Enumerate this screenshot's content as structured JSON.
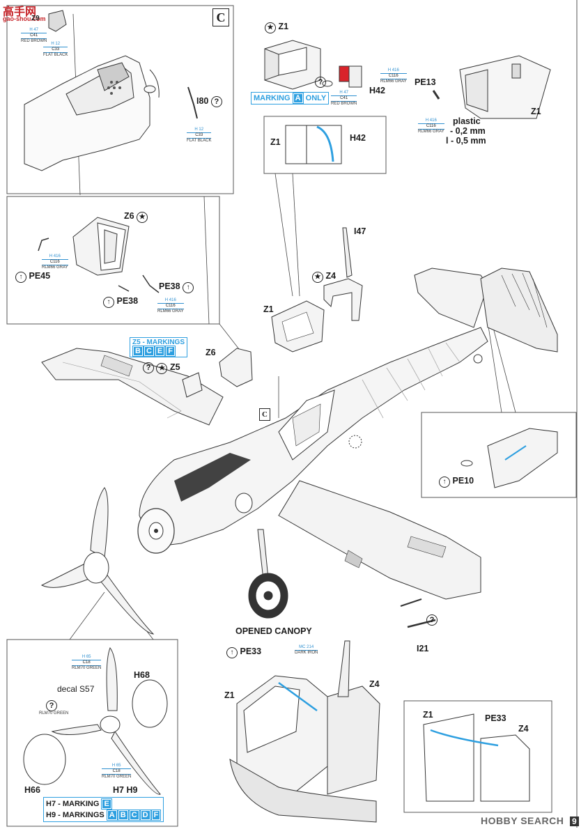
{
  "watermark": {
    "brand_cn": "高手网",
    "brand_en": "gao-shou.com"
  },
  "box_c": {
    "letter": "C"
  },
  "box_top_left": {
    "z9_label": "Z9",
    "paint1": {
      "code1": "H 47",
      "code2": "C41",
      "name": "RED BROWN"
    },
    "paint2": {
      "code1": "H 12",
      "code2": "C33",
      "name": "FLAT BLACK"
    },
    "paint3": {
      "code1": "H 12",
      "code2": "C33",
      "name": "FLAT BLACK"
    },
    "i80": "I80"
  },
  "box_top_mid": {
    "z1": "Z1",
    "h42": "H42",
    "paint_gray": {
      "code1": "H 416",
      "code2": "C116",
      "name": "RLM66 GRAY"
    },
    "paint_red": {
      "code1": "H 47",
      "code2": "C41",
      "name": "RED BROWN"
    },
    "marking_only": {
      "pre": "MARKING",
      "letter": "A",
      "post": "ONLY"
    },
    "detail_z1": "Z1",
    "detail_h42": "H42"
  },
  "box_top_right": {
    "pe13": "PE13",
    "z1": "Z1",
    "paint_gray": {
      "code1": "H 416",
      "code2": "C116",
      "name": "RLM66 GRAY"
    },
    "plastic": "plastic",
    "dim1": "- 0,2 mm",
    "dim2": "l - 0,5 mm"
  },
  "box_mid_left": {
    "z6": "Z6",
    "pe45": "PE45",
    "pe38a": "PE38",
    "pe38b": "PE38",
    "paint1": {
      "code1": "H 416",
      "code2": "C116",
      "name": "RLM66 GRAY"
    },
    "paint2": {
      "code1": "H 416",
      "code2": "C116",
      "name": "RLM66 GRAY"
    }
  },
  "main": {
    "i47": "I47",
    "z4": "Z4",
    "z1": "Z1",
    "z6": "Z6",
    "z5": "Z5",
    "z5_markings": {
      "pre": "Z5 - MARKINGS",
      "letters": [
        "B",
        "C",
        "E",
        "F"
      ]
    },
    "c_callout": "C",
    "i21": "I21"
  },
  "box_right_detail": {
    "pe10": "PE10"
  },
  "box_prop": {
    "paint_rlm70": {
      "code1": "H 65",
      "code2": "C18",
      "name": "RLM70 GREEN"
    },
    "decal": "decal S57",
    "h68": "H68",
    "paint_rlm70_b": {
      "name": "RLM70 GREEN"
    },
    "paint_rlm70_c": {
      "code1": "H 65",
      "code2": "C18",
      "name": "RLM70 GREEN"
    },
    "h66": "H66",
    "h7h9": "H7 H9",
    "h7": {
      "pre": "H7 - MARKING",
      "letter": "E"
    },
    "h9": {
      "pre": "H9 - MARKINGS",
      "letters": [
        "A",
        "B",
        "C",
        "D",
        "F"
      ]
    }
  },
  "opened_canopy": {
    "title": "OPENED CANOPY",
    "pe33": "PE33",
    "paint_iron": {
      "code1": "MC 214",
      "name": "DARK IRON"
    },
    "z1": "Z1",
    "z4": "Z4"
  },
  "box_bottom_right": {
    "z1": "Z1",
    "pe33": "PE33",
    "z4": "Z4"
  },
  "footer": {
    "brand": "HOBBY SEARCH",
    "page": "9"
  },
  "colors": {
    "accent_blue": "#2d9fe0",
    "red_part": "#d9232a",
    "line": "#333333"
  }
}
